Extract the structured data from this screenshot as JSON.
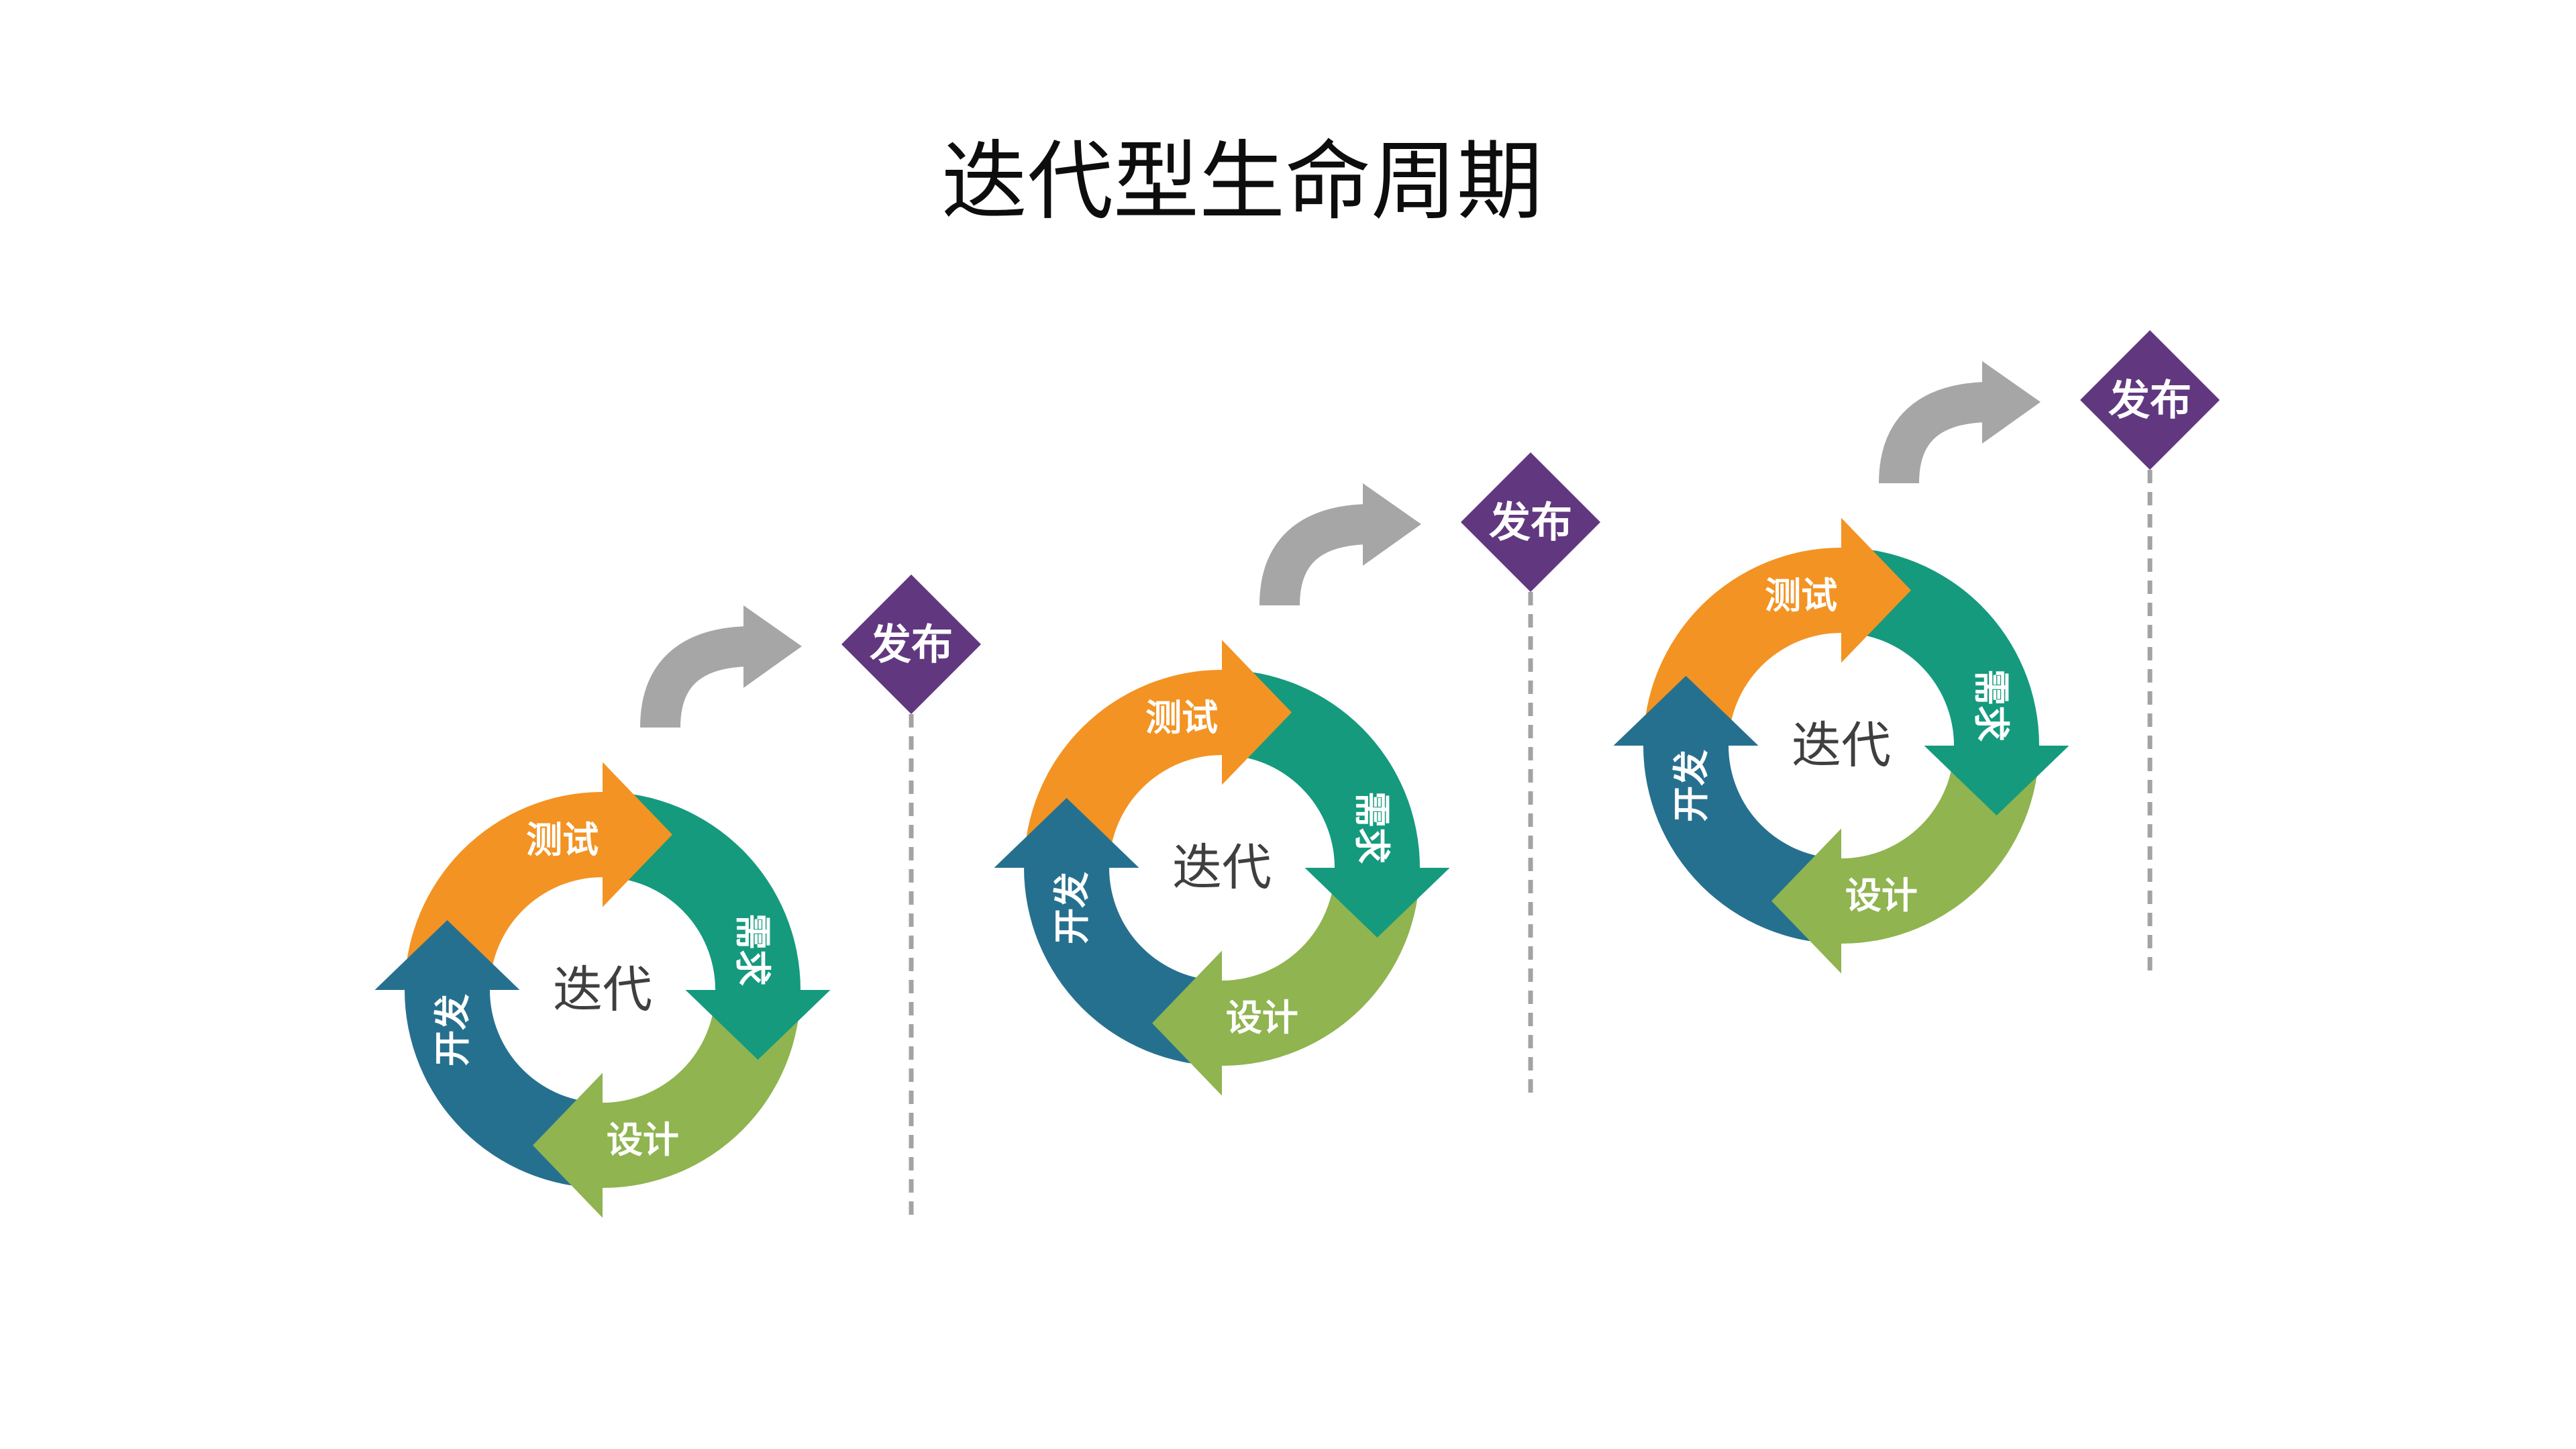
{
  "title": "迭代型生命周期",
  "icons": {
    "iteration_arrow": "curved-arrow-right-icon"
  },
  "colors": {
    "release_diamond": "#61387F",
    "iteration_arrow": "#A6A6A6",
    "timeline": "#A3A3A3",
    "center_text": "#3F3F3F",
    "stage_text": "#FFFFFF"
  },
  "iterations": [
    {
      "center_label": "迭代",
      "release_label": "发布",
      "stages": [
        {
          "label": "测试",
          "color": "#F39323"
        },
        {
          "label": "需求",
          "color": "#159A7E"
        },
        {
          "label": "设计",
          "color": "#8FB450"
        },
        {
          "label": "开发",
          "color": "#26708F"
        }
      ]
    },
    {
      "center_label": "迭代",
      "release_label": "发布",
      "stages": [
        {
          "label": "测试",
          "color": "#F39323"
        },
        {
          "label": "需求",
          "color": "#159A7E"
        },
        {
          "label": "设计",
          "color": "#8FB450"
        },
        {
          "label": "开发",
          "color": "#26708F"
        }
      ]
    },
    {
      "center_label": "迭代",
      "release_label": "发布",
      "stages": [
        {
          "label": "测试",
          "color": "#F39323"
        },
        {
          "label": "需求",
          "color": "#159A7E"
        },
        {
          "label": "设计",
          "color": "#8FB450"
        },
        {
          "label": "开发",
          "color": "#26708F"
        }
      ]
    }
  ]
}
